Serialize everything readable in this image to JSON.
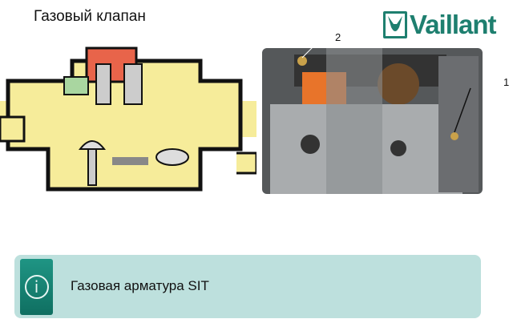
{
  "title": "Газовый клапан",
  "logo": {
    "brand": "Vaillant",
    "color": "#1e7f6f"
  },
  "photo": {
    "callouts": [
      "2",
      "1"
    ]
  },
  "info": {
    "icon": "info-icon",
    "text": "Газовая арматура SIT",
    "bg": "#bde0dd",
    "icon_bg": "#1b8a78"
  }
}
